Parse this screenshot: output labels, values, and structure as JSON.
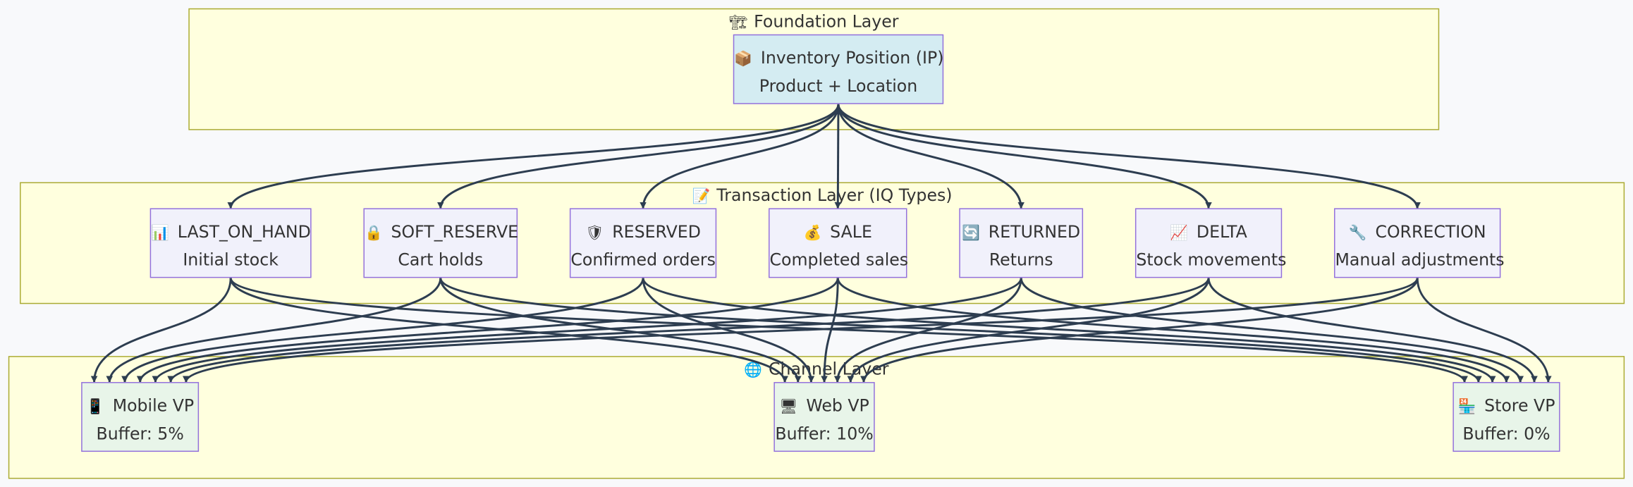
{
  "colors": {
    "layer_fill": "#ffffde",
    "layer_border": "#aaaa33",
    "node_border": "#9370db",
    "ip_fill": "#d4ecf2",
    "iq_fill": "#f1f1fb",
    "vp_fill": "#e8f5e9",
    "edge": "#2d3d50"
  },
  "layers": {
    "foundation": {
      "icon": "construction-crane-icon",
      "glyph": "🏗",
      "title": "Foundation Layer"
    },
    "transaction": {
      "icon": "memo-icon",
      "glyph": "📝",
      "title": "Transaction Layer (IQ Types)"
    },
    "channel": {
      "icon": "globe-icon",
      "glyph": "🌐",
      "title": "Channel Layer"
    }
  },
  "nodes": {
    "ip": {
      "icon": "package-icon",
      "glyph": "📦",
      "title": "Inventory Position (IP)",
      "subtitle": "Product + Location"
    },
    "last_on_hand": {
      "icon": "bar-chart-icon",
      "glyph": "📊",
      "title": "LAST_ON_HAND",
      "subtitle": "Initial stock"
    },
    "soft_reserve": {
      "icon": "lock-icon",
      "glyph": "🔒",
      "title": "SOFT_RESERVE",
      "subtitle": "Cart holds"
    },
    "reserved": {
      "icon": "shield-icon",
      "glyph": "🛡",
      "title": "RESERVED",
      "subtitle": "Confirmed orders"
    },
    "sale": {
      "icon": "money-bag-icon",
      "glyph": "💰",
      "title": "SALE",
      "subtitle": "Completed sales"
    },
    "returned": {
      "icon": "refresh-icon",
      "glyph": "🔄",
      "title": "RETURNED",
      "subtitle": "Returns"
    },
    "delta": {
      "icon": "trend-chart-icon",
      "glyph": "📈",
      "title": "DELTA",
      "subtitle": "Stock movements"
    },
    "correction": {
      "icon": "wrench-icon",
      "glyph": "🔧",
      "title": "CORRECTION",
      "subtitle": "Manual adjustments"
    },
    "mobile_vp": {
      "icon": "mobile-phone-icon",
      "glyph": "📱",
      "title": "Mobile VP",
      "subtitle": "Buffer: 5%"
    },
    "web_vp": {
      "icon": "desktop-computer-icon",
      "glyph": "🖥",
      "title": "Web VP",
      "subtitle": "Buffer: 10%"
    },
    "store_vp": {
      "icon": "store-icon",
      "glyph": "🏪",
      "title": "Store VP",
      "subtitle": "Buffer: 0%"
    }
  },
  "edges": [
    [
      "ip",
      "last_on_hand"
    ],
    [
      "ip",
      "soft_reserve"
    ],
    [
      "ip",
      "reserved"
    ],
    [
      "ip",
      "sale"
    ],
    [
      "ip",
      "returned"
    ],
    [
      "ip",
      "delta"
    ],
    [
      "ip",
      "correction"
    ],
    [
      "last_on_hand",
      "mobile_vp"
    ],
    [
      "last_on_hand",
      "web_vp"
    ],
    [
      "last_on_hand",
      "store_vp"
    ],
    [
      "soft_reserve",
      "mobile_vp"
    ],
    [
      "soft_reserve",
      "web_vp"
    ],
    [
      "soft_reserve",
      "store_vp"
    ],
    [
      "reserved",
      "mobile_vp"
    ],
    [
      "reserved",
      "web_vp"
    ],
    [
      "reserved",
      "store_vp"
    ],
    [
      "sale",
      "mobile_vp"
    ],
    [
      "sale",
      "web_vp"
    ],
    [
      "sale",
      "store_vp"
    ],
    [
      "returned",
      "mobile_vp"
    ],
    [
      "returned",
      "web_vp"
    ],
    [
      "returned",
      "store_vp"
    ],
    [
      "delta",
      "mobile_vp"
    ],
    [
      "delta",
      "web_vp"
    ],
    [
      "delta",
      "store_vp"
    ],
    [
      "correction",
      "mobile_vp"
    ],
    [
      "correction",
      "web_vp"
    ],
    [
      "correction",
      "store_vp"
    ]
  ]
}
